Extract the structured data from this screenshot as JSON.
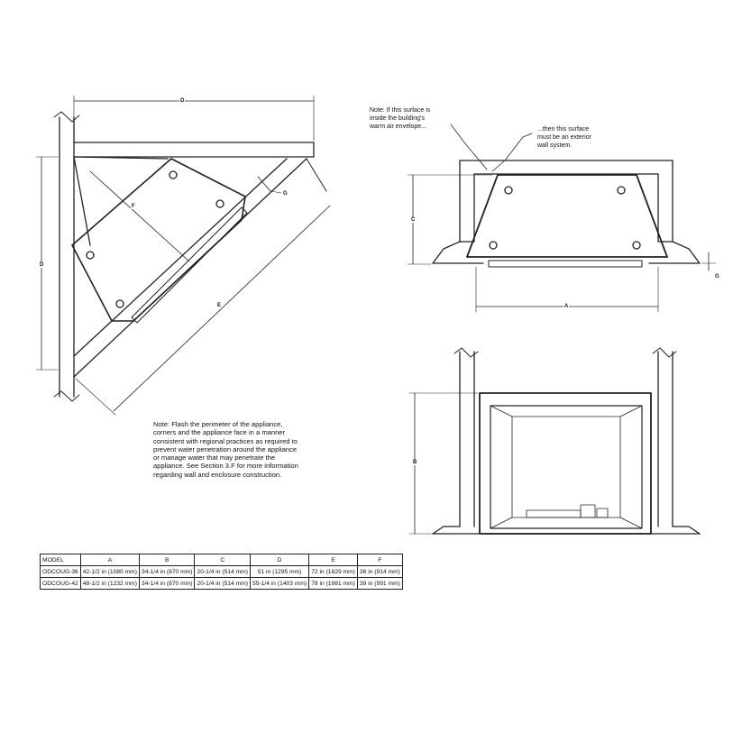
{
  "dimension_labels": {
    "a": "A",
    "b": "B",
    "c": "C",
    "d": "D",
    "e": "E",
    "f": "F",
    "g": "G"
  },
  "notes": {
    "surface_note": "Note: If this surface is\ninside the building's\nwarm air envelope...",
    "exterior_note": "...then this surface\nmust be an exterior\nwall system.",
    "flash_note": "Note: Flash the perimeter of the appliance,\ncorners and the appliance face in a manner\nconsistent with regional practices as required to\nprevent water penetration around the appliance\nor manage water that may penetrate the\nappliance. See Section 3.F for more information\nregarding wall and enclosure construction."
  },
  "table": {
    "headers": [
      "MODEL",
      "A",
      "B",
      "C",
      "D",
      "E",
      "F"
    ],
    "rows": [
      [
        "ODCOUG-36",
        "42-1/2 in (1080 mm)",
        "34-1/4 in (870 mm)",
        "20-1/4 in (514 mm)",
        "51 in (1295 mm)",
        "72 in (1829 mm)",
        "36 in (914 mm)"
      ],
      [
        "ODCOUG-42",
        "48-1/2 in (1232 mm)",
        "34-1/4 in (870 mm)",
        "20-1/4 in (514 mm)",
        "55-1/4 in (1403 mm)",
        "78 in (1981 mm)",
        "39 in (991 mm)"
      ]
    ]
  }
}
